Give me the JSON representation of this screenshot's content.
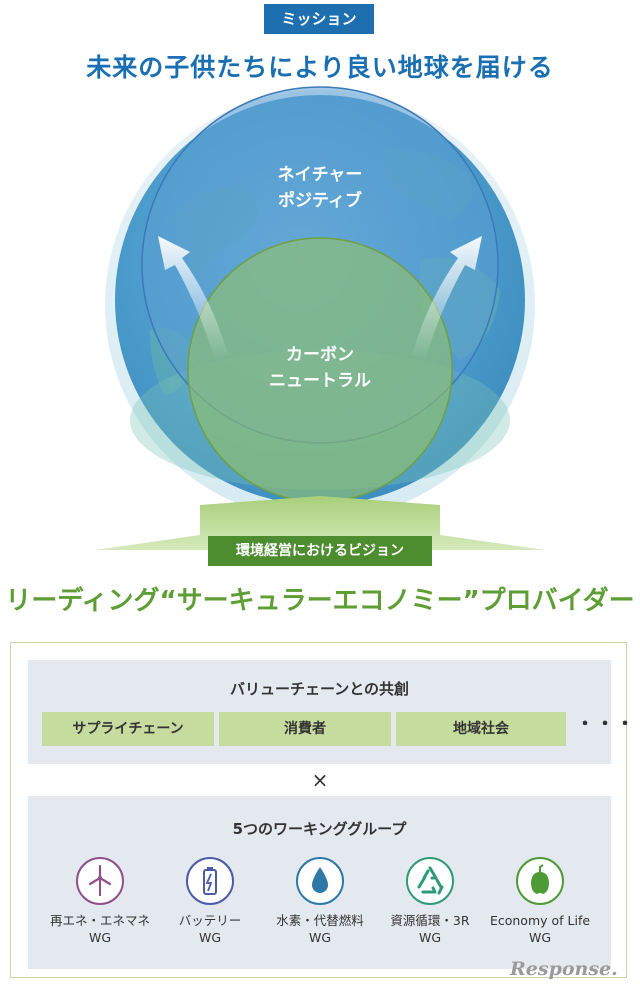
{
  "mission": {
    "badge": "ミッション",
    "title": "未来の子供たちにより良い地球を届ける"
  },
  "circles": {
    "outer_line1": "ネイチャー",
    "outer_line2": "ポジティブ",
    "inner_line1": "カーボン",
    "inner_line2": "ニュートラル"
  },
  "vision": {
    "badge": "環境経営におけるビジョン",
    "title": "リーディング“サーキュラーエコノミー”プロバイダー"
  },
  "value_chain": {
    "title": "バリューチェーンとの共創",
    "items": [
      "サプライチェーン",
      "消費者",
      "地域社会"
    ],
    "more": "・・・"
  },
  "operator": "×",
  "working_groups": {
    "title": "5つのワーキンググループ",
    "items": [
      {
        "line1": "再エネ・エネマネ",
        "line2": "WG",
        "icon": "wind-turbine-icon",
        "color": "#8e4f8a"
      },
      {
        "line1": "バッテリー",
        "line2": "WG",
        "icon": "battery-icon",
        "color": "#4b5ba8"
      },
      {
        "line1": "水素・代替燃料",
        "line2": "WG",
        "icon": "water-drop-icon",
        "color": "#2f79a7"
      },
      {
        "line1": "資源循環・3R",
        "line2": "WG",
        "icon": "recycle-icon",
        "color": "#2f9a78"
      },
      {
        "line1": "Economy of Life",
        "line2": "WG",
        "icon": "bell-pepper-icon",
        "color": "#4d9a37"
      }
    ]
  },
  "watermark": "Response."
}
